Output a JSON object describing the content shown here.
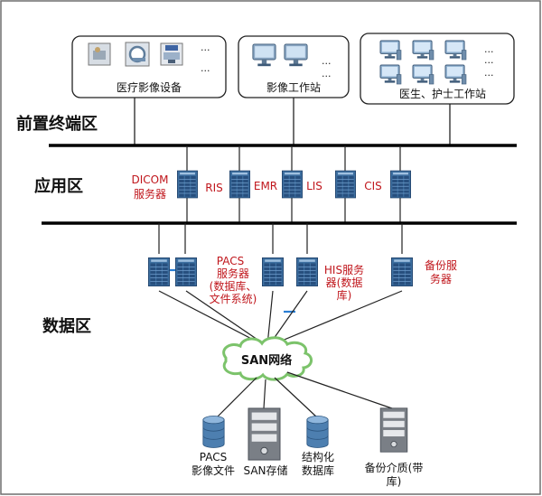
{
  "zones": {
    "front": "前置终端区",
    "app": "应用区",
    "data": "数据区"
  },
  "front_boxes": {
    "medical_devices": "医疗影像设备",
    "imaging_workstation": "影像工作站",
    "doctor_nurse": "医生、护士工作站"
  },
  "ellipsis": "...",
  "app_servers": {
    "dicom": [
      "DICOM",
      "服务器"
    ],
    "ris": "RIS",
    "emr": "EMR",
    "lis": "LIS",
    "cis": "CIS"
  },
  "data_servers": {
    "pacs": [
      "PACS",
      "服务器",
      "(数据库、",
      "文件系统)"
    ],
    "his": [
      "HIS服务",
      "器(数据",
      "库)"
    ],
    "backup": [
      "备份服",
      "务器"
    ]
  },
  "network": "SAN网络",
  "storage": {
    "pacs_files": [
      "PACS",
      "影像文件"
    ],
    "san": "SAN存储",
    "structured_db": [
      "结构化",
      "数据库"
    ],
    "backup_media": [
      "备份介质(带",
      "库)"
    ]
  },
  "colors": {
    "server_blue": "#3d6fa0",
    "server_dark": "#1f3f66",
    "label_red": "#c0161c",
    "cloud_green": "#7cc36b"
  }
}
